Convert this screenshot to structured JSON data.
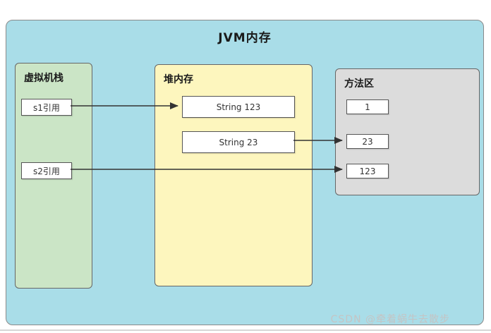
{
  "title": "JVM内存",
  "stack": {
    "label": "虚拟机栈",
    "items": [
      {
        "label": "s1引用"
      },
      {
        "label": "s2引用"
      }
    ]
  },
  "heap": {
    "label": "堆内存",
    "items": [
      {
        "label": "String 123"
      },
      {
        "label": "String 23"
      }
    ]
  },
  "method_area": {
    "label": "方法区",
    "items": [
      {
        "label": "1"
      },
      {
        "label": "23"
      },
      {
        "label": "123"
      }
    ]
  },
  "watermark": "CSDN @牵着蜗牛去散步",
  "colors": {
    "container_fill": "#a9dde8",
    "stack_fill": "#cbe5c6",
    "heap_fill": "#fdf6be",
    "method_area_fill": "#dcdcdc",
    "node_fill": "#ffffff",
    "border": "#666666",
    "arrow": "#333333"
  }
}
